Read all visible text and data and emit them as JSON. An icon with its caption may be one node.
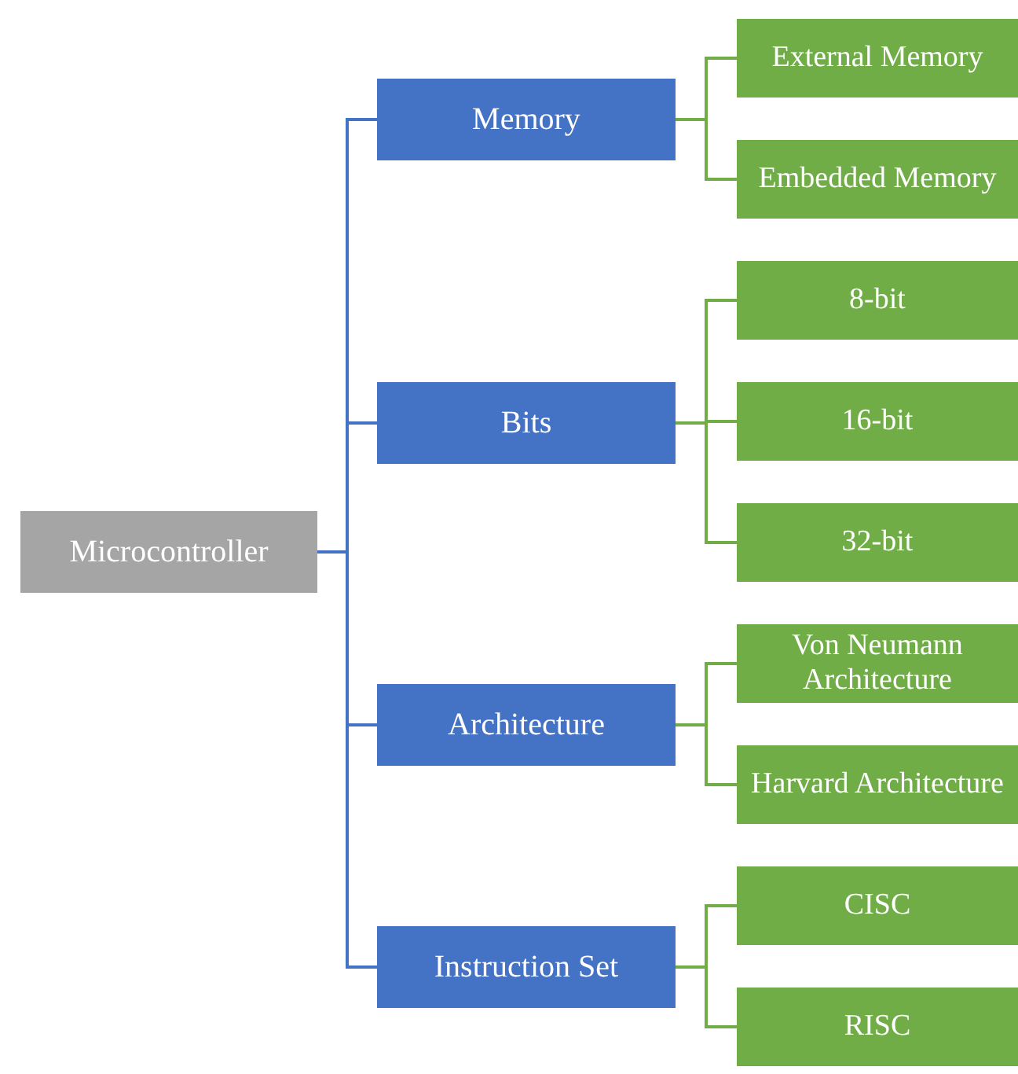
{
  "diagram": {
    "nodes": [
      {
        "text": [
          "Microcontroller"
        ]
      },
      {
        "text": [
          "Memory"
        ]
      },
      {
        "text": [
          "External Memory"
        ]
      },
      {
        "text": [
          "Embedded Memory"
        ]
      },
      {
        "text": [
          "Bits"
        ]
      },
      {
        "text": [
          "8-bit"
        ]
      },
      {
        "text": [
          "16-bit"
        ]
      },
      {
        "text": [
          "32-bit"
        ]
      },
      {
        "text": [
          "Architecture"
        ]
      },
      {
        "text": [
          "Von Neumann Architecture"
        ]
      },
      {
        "text": [
          "Harvard Architecture"
        ]
      },
      {
        "text": [
          "Instruction Set"
        ]
      },
      {
        "text": [
          "CISC"
        ]
      },
      {
        "text": [
          "RISC"
        ]
      }
    ],
    "edges": [
      {
        "from": 0,
        "to": 1,
        "arrow": "none",
        "color": "#4472c4"
      },
      {
        "from": 0,
        "to": 4,
        "arrow": "none",
        "color": "#4472c4"
      },
      {
        "from": 0,
        "to": 8,
        "arrow": "none",
        "color": "#4472c4"
      },
      {
        "from": 0,
        "to": 11,
        "arrow": "none",
        "color": "#4472c4"
      },
      {
        "from": 1,
        "to": 2,
        "arrow": "none"
      },
      {
        "from": 1,
        "to": 3,
        "arrow": "none"
      },
      {
        "from": 4,
        "to": 5,
        "arrow": "none"
      },
      {
        "from": 4,
        "to": 6,
        "arrow": "none"
      },
      {
        "from": 4,
        "to": 7,
        "arrow": "none"
      },
      {
        "from": 8,
        "to": 9,
        "arrow": "none"
      },
      {
        "from": 8,
        "to": 10,
        "arrow": "none"
      },
      {
        "from": 11,
        "to": 12,
        "arrow": "none"
      },
      {
        "from": 11,
        "to": 13,
        "arrow": "none"
      }
    ]
  }
}
